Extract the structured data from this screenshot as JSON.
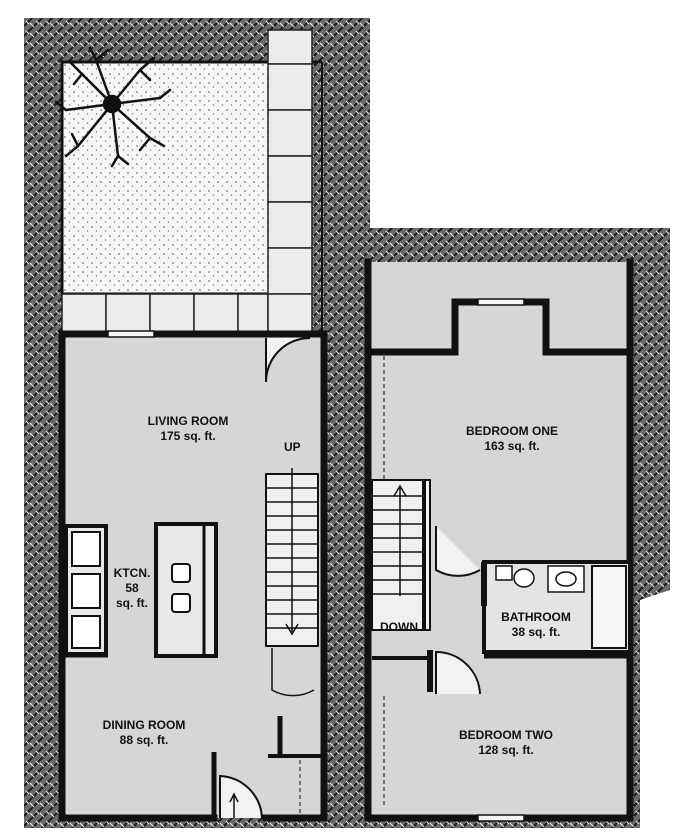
{
  "rooms": {
    "living": {
      "name": "LIVING ROOM",
      "area": "175 sq. ft."
    },
    "kitchen": {
      "name": "KTCN.",
      "area_number": "58",
      "area_unit": "sq. ft."
    },
    "dining": {
      "name": "DINING ROOM",
      "area": "88 sq. ft."
    },
    "bedroom_one": {
      "name": "BEDROOM ONE",
      "area": "163 sq. ft."
    },
    "bathroom": {
      "name": "BATHROOM",
      "area": "38 sq. ft."
    },
    "bedroom_two": {
      "name": "BEDROOM TWO",
      "area": "128 sq. ft."
    }
  },
  "stairs": {
    "up": "UP",
    "down": "DOWN"
  },
  "colors": {
    "wall": "#111111",
    "floor": "#d8d8d8",
    "ground": "#4a4a4a",
    "patio": "#f4f4f4",
    "paving": "#e2e2e2"
  }
}
